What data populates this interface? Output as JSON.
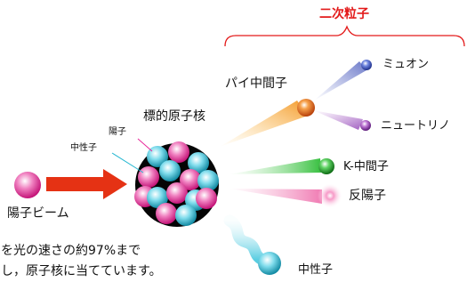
{
  "header": {
    "secondary_particles": "二次粒子"
  },
  "labels": {
    "target_nucleus": "標的原子核",
    "proton": "陽子",
    "neutron_in_nucleus": "中性子",
    "proton_beam": "陽子ビーム"
  },
  "products": [
    {
      "key": "pion",
      "label": "パイ中間子",
      "color": "#f07a1a"
    },
    {
      "key": "muon",
      "label": "ミュオン",
      "color": "#3a55c8"
    },
    {
      "key": "neutrino",
      "label": "ニュートリノ",
      "color": "#9a3cb5"
    },
    {
      "key": "kaon",
      "label": "K-中間子",
      "color": "#1fae2a"
    },
    {
      "key": "antiproton",
      "label": "反陽子",
      "color": "#ef4f98"
    },
    {
      "key": "neutron",
      "label": "中性子",
      "color": "#26b7d1"
    }
  ],
  "caption": {
    "line1": "を光の速さの約97%まで",
    "line2": "し，原子核に当てています。"
  },
  "colors": {
    "bracket": "#e31919",
    "beam_arrow": "#e53214",
    "proton": "#e8289a",
    "neutron": "#26b7d1",
    "nucleus_bg": "#050505"
  }
}
